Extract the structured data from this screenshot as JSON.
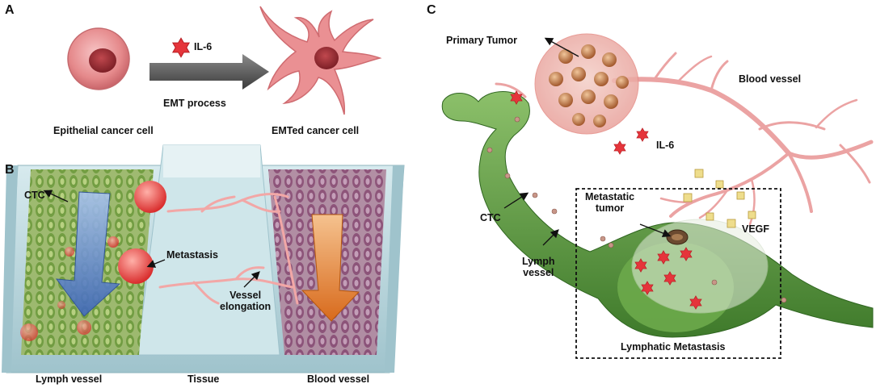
{
  "panels": {
    "a": "A",
    "b": "B",
    "c": "C"
  },
  "panel_a": {
    "factor_label": "IL-6",
    "process_label": "EMT process",
    "left_cell_label": "Epithelial cancer cell",
    "right_cell_label": "EMTed cancer cell"
  },
  "panel_b": {
    "ctc_label": "CTC",
    "metastasis_label": "Metastasis",
    "vessel_elongation_label": "Vessel\nelongation",
    "lymph_vessel_label": "Lymph vessel",
    "tissue_label": "Tissue",
    "blood_vessel_label": "Blood vessel"
  },
  "panel_c": {
    "primary_tumor_label": "Primary Tumor",
    "blood_vessel_label": "Blood vessel",
    "il6_label": "IL-6",
    "ctc_label": "CTC",
    "metastatic_tumor_label": "Metastatic\ntumor",
    "vegf_label": "VEGF",
    "lymph_vessel_label": "Lymph\nvessel",
    "lymphatic_metastasis_label": "Lymphatic Metastasis"
  },
  "colors": {
    "cell_pink": "#e98a8c",
    "il6_red": "#e5353b",
    "arrow_gray": "#5a5a5a",
    "lymph_green": "#5c9a3f",
    "chip_blue": "#bfdde2",
    "flow_blue": "#6f95d6",
    "flow_orange": "#e8893a",
    "vegf_yellow": "#e9d98a"
  }
}
